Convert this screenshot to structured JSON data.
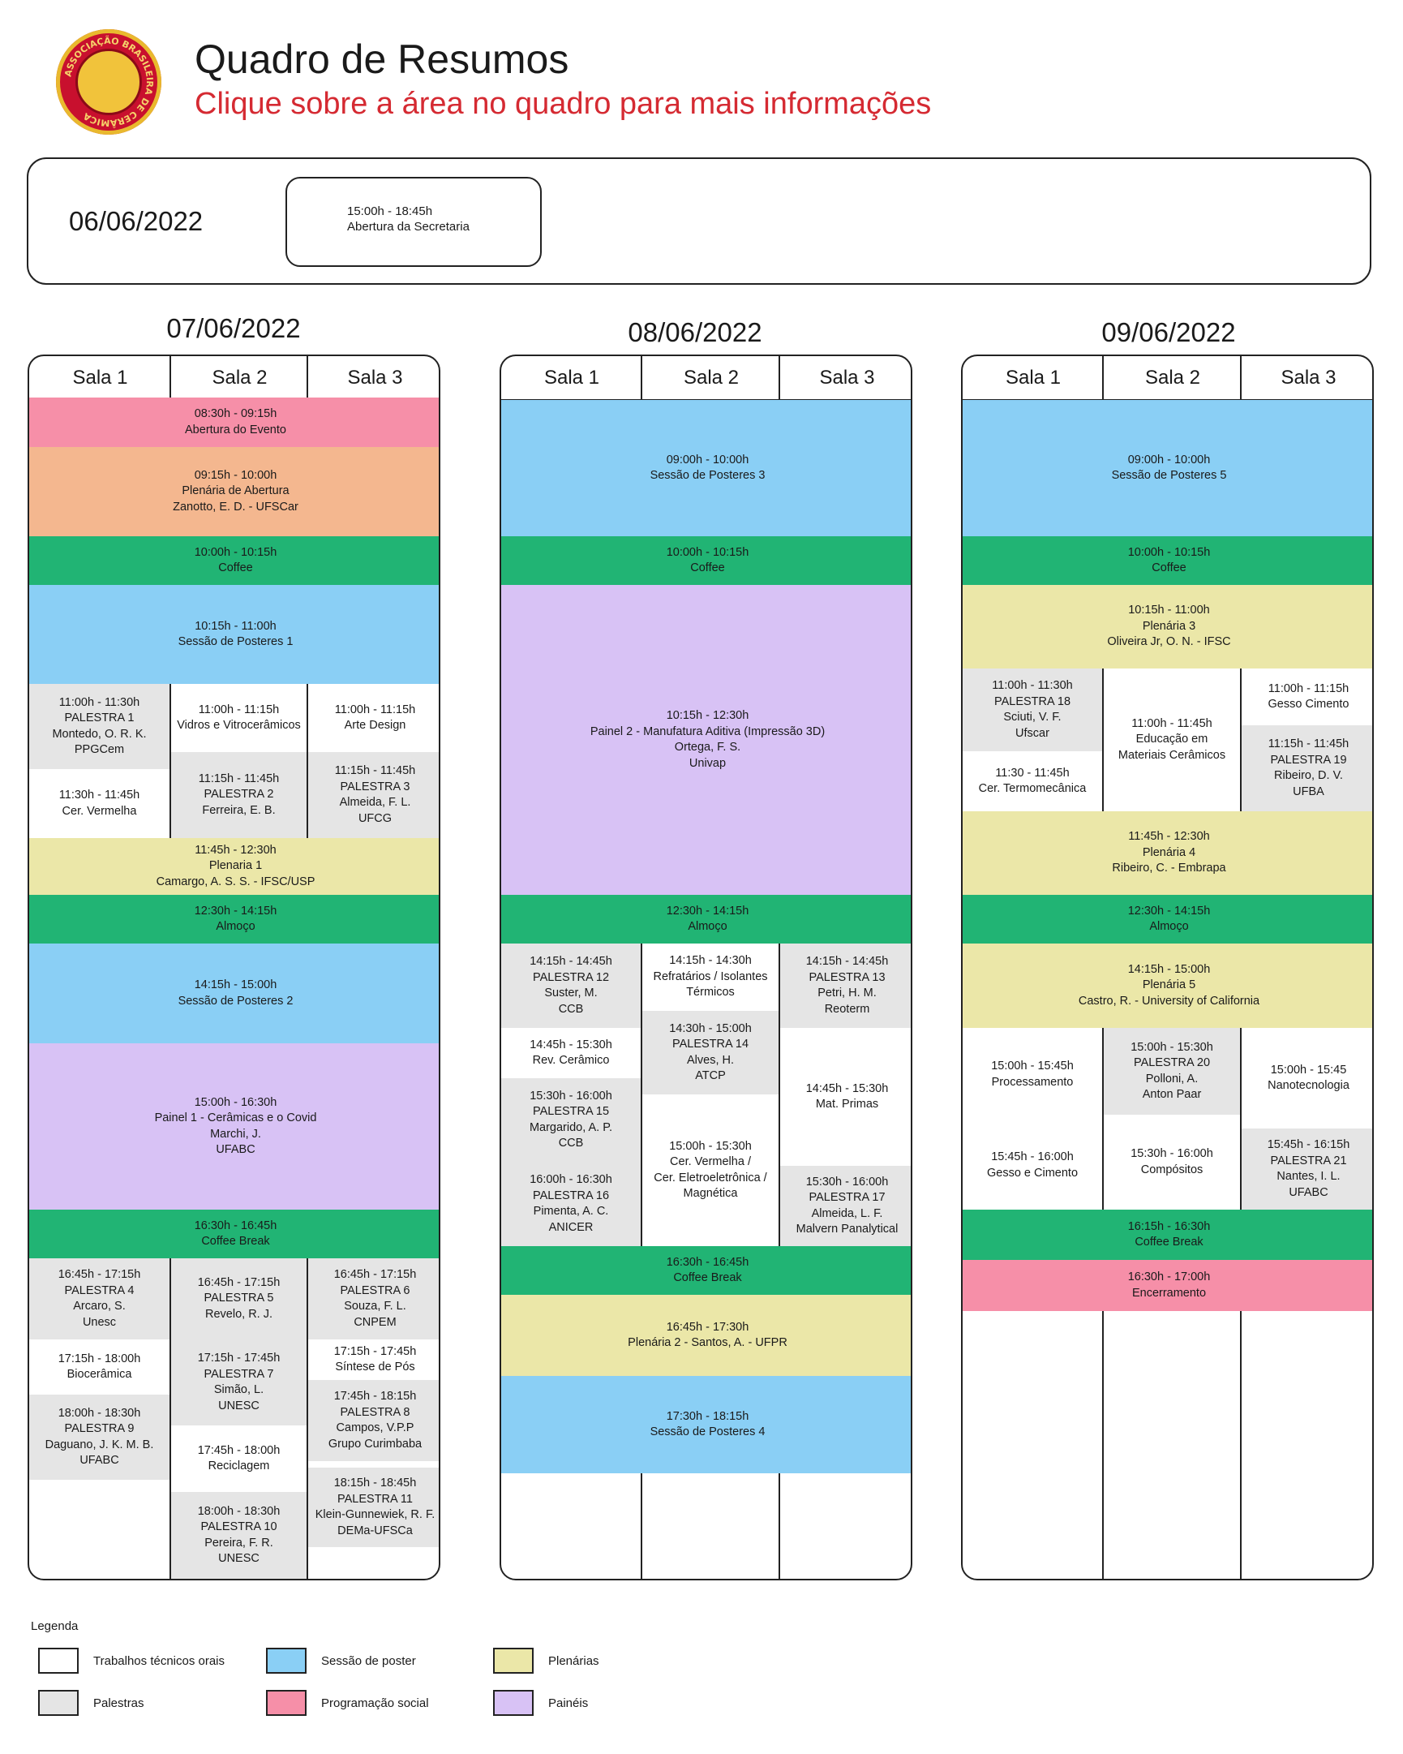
{
  "header": {
    "logo_text": "ASSOCIAÇÃO BRASILEIRA DE CERÂMICA",
    "title": "Quadro de Resumos",
    "subtitle": "Clique sobre a área no quadro para mais informações"
  },
  "day0": {
    "date": "06/06/2022",
    "event": [
      "15:00h - 18:45h",
      "Abertura da Secretaria"
    ]
  },
  "rooms": [
    "Sala 1",
    "Sala 2",
    "Sala 3"
  ],
  "days": [
    {
      "date": "07/06/2022",
      "blocks": [
        {
          "c": "pk",
          "col": [
            0,
            3
          ],
          "y": [
            490,
            551
          ],
          "lines": [
            "08:30h - 09:15h",
            "Abertura do Evento"
          ]
        },
        {
          "c": "o",
          "col": [
            0,
            3
          ],
          "y": [
            551,
            661
          ],
          "lines": [
            "09:15h - 10:00h",
            "Plenária de Abertura",
            "Zanotto, E. D. - UFSCar"
          ]
        },
        {
          "c": "gr",
          "col": [
            0,
            3
          ],
          "y": [
            661,
            721
          ],
          "lines": [
            "10:00h - 10:15h",
            "Coffee"
          ]
        },
        {
          "c": "b",
          "col": [
            0,
            3
          ],
          "y": [
            721,
            843
          ],
          "lines": [
            "10:15h - 11:00h",
            "Sessão de Posteres 1"
          ]
        },
        {
          "c": "g",
          "col": [
            0,
            1
          ],
          "y": [
            843,
            948
          ],
          "lines": [
            "11:00h - 11:30h",
            "PALESTRA 1",
            "Montedo, O. R. K.",
            "PPGCem"
          ]
        },
        {
          "c": "w",
          "col": [
            0,
            1
          ],
          "y": [
            948,
            1033
          ],
          "lines": [
            "11:30h - 11:45h",
            "Cer. Vermelha"
          ]
        },
        {
          "c": "w",
          "col": [
            1,
            2
          ],
          "y": [
            843,
            927
          ],
          "lines": [
            "11:00h - 11:15h",
            "Vidros e Vitrocerâmicos"
          ]
        },
        {
          "c": "g",
          "col": [
            1,
            2
          ],
          "y": [
            927,
            1033
          ],
          "lines": [
            "11:15h - 11:45h",
            "PALESTRA 2",
            "Ferreira, E. B."
          ]
        },
        {
          "c": "w",
          "col": [
            2,
            3
          ],
          "y": [
            843,
            927
          ],
          "lines": [
            "11:00h - 11:15h",
            "Arte Design"
          ]
        },
        {
          "c": "g",
          "col": [
            2,
            3
          ],
          "y": [
            927,
            1033
          ],
          "lines": [
            "11:15h - 11:45h",
            "PALESTRA 3",
            "Almeida, F. L.",
            "UFCG"
          ]
        },
        {
          "c": "y",
          "col": [
            0,
            3
          ],
          "y": [
            1033,
            1103
          ],
          "lines": [
            "11:45h - 12:30h",
            "Plenaria 1",
            "Camargo, A. S. S. - IFSC/USP"
          ]
        },
        {
          "c": "gr",
          "col": [
            0,
            3
          ],
          "y": [
            1103,
            1163
          ],
          "lines": [
            "12:30h - 14:15h",
            "Almoço"
          ]
        },
        {
          "c": "b",
          "col": [
            0,
            3
          ],
          "y": [
            1163,
            1286
          ],
          "lines": [
            "14:15h - 15:00h",
            "Sessão de Posteres 2"
          ]
        },
        {
          "c": "p",
          "col": [
            0,
            3
          ],
          "y": [
            1286,
            1491
          ],
          "lines": [
            "15:00h - 16:30h",
            "Painel 1 - Cerâmicas e o Covid",
            "Marchi, J.",
            "UFABC"
          ]
        },
        {
          "c": "gr",
          "col": [
            0,
            3
          ],
          "y": [
            1491,
            1551
          ],
          "lines": [
            "16:30h - 16:45h",
            "Coffee Break"
          ]
        },
        {
          "c": "g",
          "col": [
            0,
            1
          ],
          "y": [
            1551,
            1651
          ],
          "lines": [
            "16:45h - 17:15h",
            "PALESTRA 4",
            "Arcaro, S.",
            "Unesc"
          ]
        },
        {
          "c": "w",
          "col": [
            0,
            1
          ],
          "y": [
            1651,
            1719
          ],
          "lines": [
            "17:15h - 18:00h",
            "Biocerâmica"
          ]
        },
        {
          "c": "g",
          "col": [
            0,
            1
          ],
          "y": [
            1719,
            1824
          ],
          "lines": [
            "18:00h - 18:30h",
            "PALESTRA 9",
            "Daguano, J. K. M. B.",
            "UFABC"
          ]
        },
        {
          "c": "g",
          "col": [
            1,
            2
          ],
          "y": [
            1551,
            1651
          ],
          "lines": [
            "16:45h - 17:15h",
            "PALESTRA 5",
            "Revelo, R. J."
          ]
        },
        {
          "c": "g",
          "col": [
            1,
            2
          ],
          "y": [
            1651,
            1757
          ],
          "lines": [
            "17:15h - 17:45h",
            "PALESTRA 7",
            "Simão, L.",
            "UNESC"
          ]
        },
        {
          "c": "w",
          "col": [
            1,
            2
          ],
          "y": [
            1757,
            1839
          ],
          "lines": [
            "17:45h - 18:00h",
            "Reciclagem"
          ]
        },
        {
          "c": "g",
          "col": [
            1,
            2
          ],
          "y": [
            1839,
            1946
          ],
          "lines": [
            "18:00h - 18:30h",
            "PALESTRA 10",
            "Pereira, F. R.",
            "UNESC"
          ]
        },
        {
          "c": "g",
          "col": [
            2,
            3
          ],
          "y": [
            1551,
            1651
          ],
          "lines": [
            "16:45h - 17:15h",
            "PALESTRA 6",
            "Souza, F. L.",
            "CNPEM"
          ]
        },
        {
          "c": "w",
          "col": [
            2,
            3
          ],
          "y": [
            1651,
            1701
          ],
          "lines": [
            "17:15h - 17:45h",
            "Síntese de Pós"
          ]
        },
        {
          "c": "g",
          "col": [
            2,
            3
          ],
          "y": [
            1701,
            1801
          ],
          "lines": [
            "17:45h - 18:15h",
            "PALESTRA 8",
            "Campos, V.P.P",
            "Grupo Curimbaba"
          ]
        },
        {
          "c": "w",
          "col": [
            2,
            3
          ],
          "y": [
            1801,
            1809
          ],
          "lines": []
        },
        {
          "c": "g",
          "col": [
            2,
            3
          ],
          "y": [
            1809,
            1907
          ],
          "lines": [
            "18:15h - 18:45h",
            "PALESTRA 11",
            "Klein-Gunnewiek, R. F.",
            "DEMa-UFSCa"
          ]
        }
      ]
    },
    {
      "date": "08/06/2022",
      "blocks": [
        {
          "c": "b",
          "col": [
            0,
            3
          ],
          "y": [
            493,
            661
          ],
          "lines": [
            "09:00h - 10:00h",
            "Sessão de Posteres 3"
          ]
        },
        {
          "c": "gr",
          "col": [
            0,
            3
          ],
          "y": [
            661,
            721
          ],
          "lines": [
            "10:00h - 10:15h",
            "Coffee"
          ]
        },
        {
          "c": "p",
          "col": [
            0,
            3
          ],
          "y": [
            721,
            1103
          ],
          "lines": [
            "10:15h - 12:30h",
            "Painel 2 - Manufatura Aditiva (Impressão 3D)",
            "Ortega, F. S.",
            "Univap"
          ]
        },
        {
          "c": "gr",
          "col": [
            0,
            3
          ],
          "y": [
            1103,
            1163
          ],
          "lines": [
            "12:30h - 14:15h",
            "Almoço"
          ]
        },
        {
          "c": "g",
          "col": [
            0,
            1
          ],
          "y": [
            1163,
            1267
          ],
          "lines": [
            "14:15h - 14:45h",
            "PALESTRA 12",
            "Suster, M.",
            "CCB"
          ]
        },
        {
          "c": "w",
          "col": [
            0,
            1
          ],
          "y": [
            1267,
            1329
          ],
          "lines": [
            "14:45h - 15:30h",
            "Rev. Cerâmico"
          ]
        },
        {
          "c": "g",
          "col": [
            0,
            1
          ],
          "y": [
            1329,
            1432
          ],
          "lines": [
            "15:30h - 16:00h",
            "PALESTRA 15",
            "Margarido, A. P.",
            "CCB"
          ]
        },
        {
          "c": "g",
          "col": [
            0,
            1
          ],
          "y": [
            1432,
            1536
          ],
          "lines": [
            "16:00h - 16:30h",
            "PALESTRA 16",
            "Pimenta, A. C.",
            "ANICER"
          ]
        },
        {
          "c": "w",
          "col": [
            1,
            2
          ],
          "y": [
            1163,
            1246
          ],
          "lines": [
            "14:15h - 14:30h",
            "Refratários / Isolantes",
            "Térmicos"
          ]
        },
        {
          "c": "g",
          "col": [
            1,
            2
          ],
          "y": [
            1246,
            1349
          ],
          "lines": [
            "14:30h - 15:00h",
            "PALESTRA 14",
            "Alves, H.",
            "ATCP"
          ]
        },
        {
          "c": "w",
          "col": [
            1,
            2
          ],
          "y": [
            1349,
            1536
          ],
          "lines": [
            "15:00h - 15:30h",
            "Cer. Vermelha /",
            "Cer. Eletroeletrônica /",
            "Magnética"
          ]
        },
        {
          "c": "g",
          "col": [
            2,
            3
          ],
          "y": [
            1163,
            1267
          ],
          "lines": [
            "14:15h - 14:45h",
            "PALESTRA 13",
            "Petri, H. M.",
            "Reoterm"
          ]
        },
        {
          "c": "w",
          "col": [
            2,
            3
          ],
          "y": [
            1267,
            1437
          ],
          "lines": [
            "14:45h - 15:30h",
            "Mat. Primas"
          ]
        },
        {
          "c": "g",
          "col": [
            2,
            3
          ],
          "y": [
            1437,
            1536
          ],
          "lines": [
            "15:30h - 16:00h",
            "PALESTRA 17",
            "Almeida, L. F.",
            "Malvern Panalytical"
          ]
        },
        {
          "c": "gr",
          "col": [
            0,
            3
          ],
          "y": [
            1536,
            1596
          ],
          "lines": [
            "16:30h - 16:45h",
            "Coffee Break"
          ]
        },
        {
          "c": "y",
          "col": [
            0,
            3
          ],
          "y": [
            1596,
            1696
          ],
          "lines": [
            "16:45h - 17:30h",
            "Plenária 2 - Santos, A. - UFPR"
          ]
        },
        {
          "c": "b",
          "col": [
            0,
            3
          ],
          "y": [
            1696,
            1816
          ],
          "lines": [
            "17:30h - 18:15h",
            "Sessão de Posteres 4"
          ]
        }
      ]
    },
    {
      "date": "09/06/2022",
      "blocks": [
        {
          "c": "b",
          "col": [
            0,
            3
          ],
          "y": [
            493,
            661
          ],
          "lines": [
            "09:00h - 10:00h",
            "Sessão de Posteres 5"
          ]
        },
        {
          "c": "gr",
          "col": [
            0,
            3
          ],
          "y": [
            661,
            721
          ],
          "lines": [
            "10:00h - 10:15h",
            "Coffee"
          ]
        },
        {
          "c": "y",
          "col": [
            0,
            3
          ],
          "y": [
            721,
            824
          ],
          "lines": [
            "10:15h - 11:00h",
            "Plenária 3",
            "Oliveira Jr, O. N. - IFSC"
          ]
        },
        {
          "c": "g",
          "col": [
            0,
            1
          ],
          "y": [
            824,
            926
          ],
          "lines": [
            "11:00h - 11:30h",
            "PALESTRA 18",
            "Sciuti, V. F.",
            "Ufscar"
          ]
        },
        {
          "c": "w",
          "col": [
            0,
            1
          ],
          "y": [
            926,
            1000
          ],
          "lines": [
            "11:30 - 11:45h",
            "Cer. Termomecânica"
          ]
        },
        {
          "c": "w",
          "col": [
            1,
            2
          ],
          "y": [
            824,
            1000
          ],
          "lines": [
            "11:00h - 11:45h",
            "Educação em",
            "Materiais Cerâmicos"
          ]
        },
        {
          "c": "w",
          "col": [
            2,
            3
          ],
          "y": [
            824,
            894
          ],
          "lines": [
            "11:00h - 11:15h",
            "Gesso Cimento"
          ]
        },
        {
          "c": "g",
          "col": [
            2,
            3
          ],
          "y": [
            894,
            1000
          ],
          "lines": [
            "11:15h - 11:45h",
            "PALESTRA 19",
            "Ribeiro, D. V.",
            "UFBA"
          ]
        },
        {
          "c": "y",
          "col": [
            0,
            3
          ],
          "y": [
            1000,
            1103
          ],
          "lines": [
            "11:45h - 12:30h",
            "Plenária 4",
            "Ribeiro, C. -  Embrapa"
          ]
        },
        {
          "c": "gr",
          "col": [
            0,
            3
          ],
          "y": [
            1103,
            1163
          ],
          "lines": [
            "12:30h - 14:15h",
            "Almoço"
          ]
        },
        {
          "c": "y",
          "col": [
            0,
            3
          ],
          "y": [
            1163,
            1267
          ],
          "lines": [
            "14:15h - 15:00h",
            "Plenária 5",
            "Castro, R. -  University of California"
          ]
        },
        {
          "c": "w",
          "col": [
            0,
            1
          ],
          "y": [
            1267,
            1382
          ],
          "lines": [
            "15:00h - 15:45h",
            "Processamento"
          ]
        },
        {
          "c": "w",
          "col": [
            0,
            1
          ],
          "y": [
            1382,
            1491
          ],
          "lines": [
            "15:45h - 16:00h",
            "Gesso e Cimento"
          ]
        },
        {
          "c": "g",
          "col": [
            1,
            2
          ],
          "y": [
            1267,
            1374
          ],
          "lines": [
            "15:00h - 15:30h",
            "PALESTRA 20",
            "Polloni, A.",
            "Anton Paar"
          ]
        },
        {
          "c": "w",
          "col": [
            1,
            2
          ],
          "y": [
            1374,
            1491
          ],
          "lines": [
            "15:30h - 16:00h",
            "Compósitos"
          ]
        },
        {
          "c": "w",
          "col": [
            2,
            3
          ],
          "y": [
            1267,
            1391
          ],
          "lines": [
            "15:00h - 15:45",
            "Nanotecnologia"
          ]
        },
        {
          "c": "g",
          "col": [
            2,
            3
          ],
          "y": [
            1391,
            1491
          ],
          "lines": [
            "15:45h - 16:15h",
            "PALESTRA 21",
            "Nantes, I. L.",
            "UFABC"
          ]
        },
        {
          "c": "gr",
          "col": [
            0,
            3
          ],
          "y": [
            1491,
            1553
          ],
          "lines": [
            "16:15h - 16:30h",
            "Coffee Break"
          ]
        },
        {
          "c": "pk",
          "col": [
            0,
            3
          ],
          "y": [
            1553,
            1616
          ],
          "lines": [
            "16:30h - 17:00h",
            "Encerramento"
          ]
        }
      ]
    }
  ],
  "legend": {
    "title": "Legenda",
    "items": [
      {
        "color": "#ffffff",
        "label": "Trabalhos técnicos orais"
      },
      {
        "color": "#e5e5e5",
        "label": "Palestras"
      },
      {
        "color": "#8acff5",
        "label": "Sessão de poster"
      },
      {
        "color": "#f68fa8",
        "label": "Programação social"
      },
      {
        "color": "#ebe7a8",
        "label": "Plenárias"
      },
      {
        "color": "#d8c2f5",
        "label": "Painéis"
      }
    ]
  }
}
